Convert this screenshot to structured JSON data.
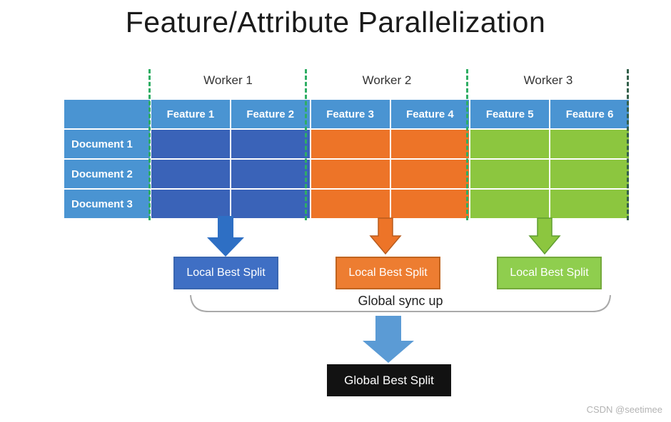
{
  "title": "Feature/Attribute Parallelization",
  "workers": [
    "Worker 1",
    "Worker 2",
    "Worker 3"
  ],
  "table": {
    "feature_headers": [
      "Feature 1",
      "Feature 2",
      "Feature 3",
      "Feature 4",
      "Feature 5",
      "Feature 6"
    ],
    "document_rows": [
      "Document 1",
      "Document 2",
      "Document 3"
    ]
  },
  "flow": {
    "local_best_split": [
      "Local Best Split",
      "Local Best Split",
      "Local Best Split"
    ],
    "global_sync_label": "Global sync up",
    "global_best_split_label": "Global Best Split"
  },
  "watermark": "CSDN @seetimee",
  "colors": {
    "title_color": "#1b1b1b",
    "label_text": "#333333",
    "header_blue": "#4a94d2",
    "cell_blue": "#3a63b8",
    "cell_orange": "#ed7428",
    "cell_green": "#8cc63f",
    "box_blue": "#3f6fc4",
    "box_blue_border": "#3a66b0",
    "box_orange": "#ed7d31",
    "box_orange_border": "#c0641f",
    "box_green": "#8fce4e",
    "box_green_border": "#74a93c",
    "arrow_blue": "#2e6fc4",
    "arrow_orange": "#ed7428",
    "arrow_orange_border": "#b85c1e",
    "arrow_green": "#8cc63f",
    "arrow_green_border": "#5f9e31",
    "big_arrow_blue": "#5b9bd5",
    "black_box": "#121212",
    "dash_green": "#2fae64",
    "dash_dark": "#33604b",
    "bracket_gray": "#a9a9a9",
    "watermark_gray": "#b3b3b3"
  }
}
